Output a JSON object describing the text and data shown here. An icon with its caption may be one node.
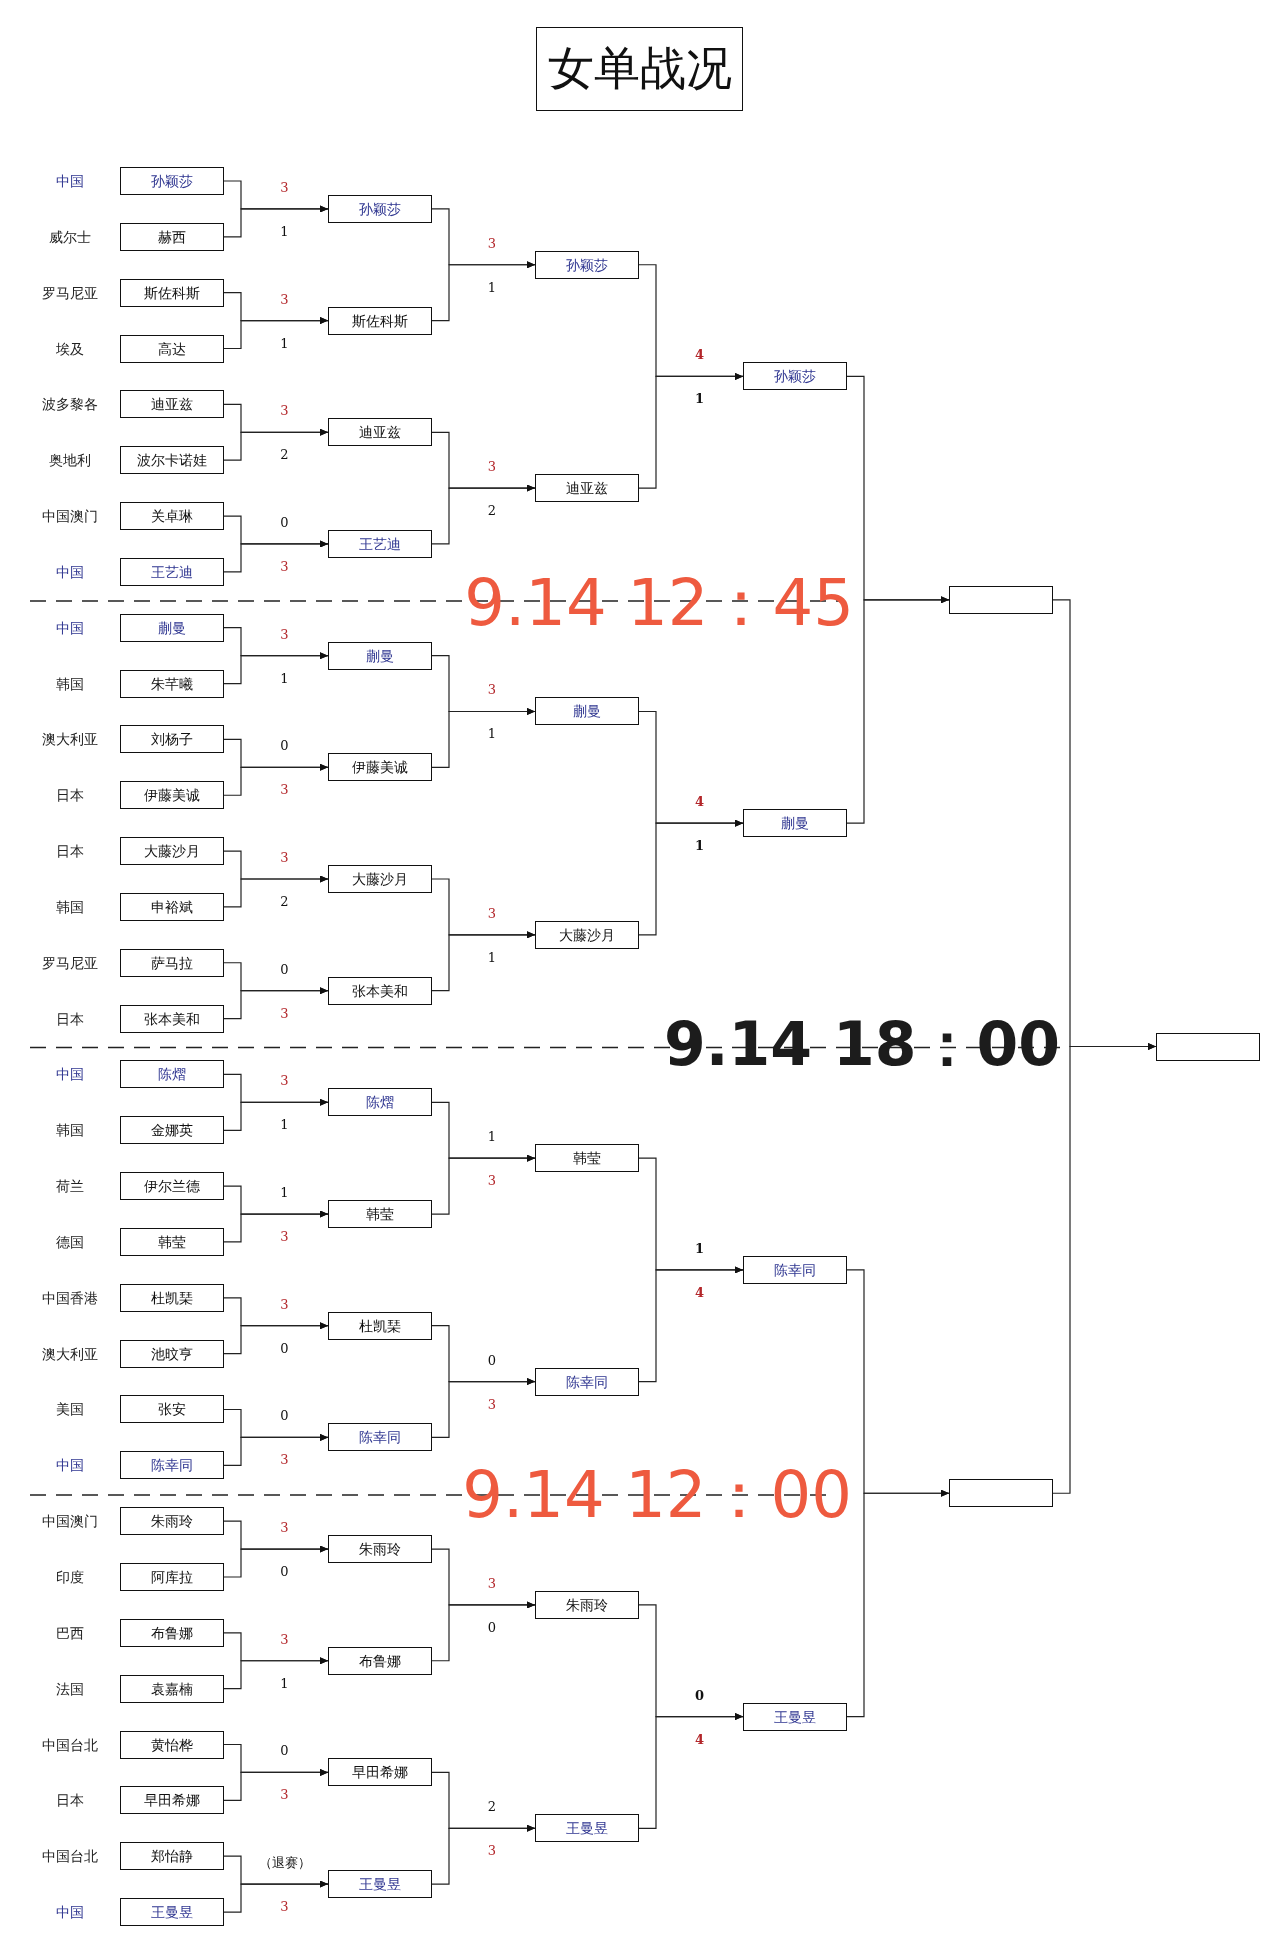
{
  "diagram": {
    "title": "女单战况",
    "nodes": [
      {
        "text": [
          "孙颖莎"
        ],
        "beside": [
          "中国"
        ]
      },
      {
        "text": [
          "赫西"
        ],
        "beside": [
          "威尔士"
        ]
      },
      {
        "text": [
          "斯佐科斯"
        ],
        "beside": [
          "罗马尼亚"
        ]
      },
      {
        "text": [
          "高达"
        ],
        "beside": [
          "埃及"
        ]
      },
      {
        "text": [
          "迪亚兹"
        ],
        "beside": [
          "波多黎各"
        ]
      },
      {
        "text": [
          "波尔卡诺娃"
        ],
        "beside": [
          "奥地利"
        ]
      },
      {
        "text": [
          "关卓琳"
        ],
        "beside": [
          "中国澳门"
        ]
      },
      {
        "text": [
          "王艺迪"
        ],
        "beside": [
          "中国"
        ]
      },
      {
        "text": [
          "蒯曼"
        ],
        "beside": [
          "中国"
        ]
      },
      {
        "text": [
          "朱芊曦"
        ],
        "beside": [
          "韩国"
        ]
      },
      {
        "text": [
          "刘杨子"
        ],
        "beside": [
          "澳大利亚"
        ]
      },
      {
        "text": [
          "伊藤美诚"
        ],
        "beside": [
          "日本"
        ]
      },
      {
        "text": [
          "大藤沙月"
        ],
        "beside": [
          "日本"
        ]
      },
      {
        "text": [
          "申裕斌"
        ],
        "beside": [
          "韩国"
        ]
      },
      {
        "text": [
          "萨马拉"
        ],
        "beside": [
          "罗马尼亚"
        ]
      },
      {
        "text": [
          "张本美和"
        ],
        "beside": [
          "日本"
        ]
      },
      {
        "text": [
          "陈熠"
        ],
        "beside": [
          "中国"
        ]
      },
      {
        "text": [
          "金娜英"
        ],
        "beside": [
          "韩国"
        ]
      },
      {
        "text": [
          "伊尔兰德"
        ],
        "beside": [
          "荷兰"
        ]
      },
      {
        "text": [
          "韩莹"
        ],
        "beside": [
          "德国"
        ]
      },
      {
        "text": [
          "杜凯琹"
        ],
        "beside": [
          "中国香港"
        ]
      },
      {
        "text": [
          "池旼亨"
        ],
        "beside": [
          "澳大利亚"
        ]
      },
      {
        "text": [
          "张安"
        ],
        "beside": [
          "美国"
        ]
      },
      {
        "text": [
          "陈幸同"
        ],
        "beside": [
          "中国"
        ]
      },
      {
        "text": [
          "朱雨玲"
        ],
        "beside": [
          "中国澳门"
        ]
      },
      {
        "text": [
          "阿库拉"
        ],
        "beside": [
          "印度"
        ]
      },
      {
        "text": [
          "布鲁娜"
        ],
        "beside": [
          "巴西"
        ]
      },
      {
        "text": [
          "袁嘉楠"
        ],
        "beside": [
          "法国"
        ]
      },
      {
        "text": [
          "黄怡桦"
        ],
        "beside": [
          "中国台北"
        ]
      },
      {
        "text": [
          "早田希娜"
        ],
        "beside": [
          "日本"
        ]
      },
      {
        "text": [
          "郑怡静"
        ],
        "beside": [
          "中国台北"
        ]
      },
      {
        "text": [
          "王曼昱"
        ],
        "beside": [
          "中国"
        ]
      },
      {
        "text": [
          "孙颖莎"
        ]
      },
      {
        "text": [
          "斯佐科斯"
        ]
      },
      {
        "text": [
          "迪亚兹"
        ]
      },
      {
        "text": [
          "王艺迪"
        ]
      },
      {
        "text": [
          "蒯曼"
        ]
      },
      {
        "text": [
          "伊藤美诚"
        ]
      },
      {
        "text": [
          "大藤沙月"
        ]
      },
      {
        "text": [
          "张本美和"
        ]
      },
      {
        "text": [
          "陈熠"
        ]
      },
      {
        "text": [
          "韩莹"
        ]
      },
      {
        "text": [
          "杜凯琹"
        ]
      },
      {
        "text": [
          "陈幸同"
        ]
      },
      {
        "text": [
          "朱雨玲"
        ]
      },
      {
        "text": [
          "布鲁娜"
        ]
      },
      {
        "text": [
          "早田希娜"
        ]
      },
      {
        "text": [
          "王曼昱"
        ]
      },
      {
        "text": [
          "孙颖莎"
        ]
      },
      {
        "text": [
          "迪亚兹"
        ]
      },
      {
        "text": [
          "蒯曼"
        ]
      },
      {
        "text": [
          "大藤沙月"
        ]
      },
      {
        "text": [
          "韩莹"
        ]
      },
      {
        "text": [
          "陈幸同"
        ]
      },
      {
        "text": [
          "朱雨玲"
        ]
      },
      {
        "text": [
          "王曼昱"
        ]
      },
      {
        "text": [
          "孙颖莎"
        ]
      },
      {
        "text": [
          "蒯曼"
        ]
      },
      {
        "text": [
          "陈幸同"
        ]
      },
      {
        "text": [
          "王曼昱"
        ]
      },
      {
        "text": [],
        "shape": "box"
      },
      {
        "text": [],
        "shape": "box"
      },
      {
        "text": [],
        "shape": "box"
      }
    ],
    "edges": [
      {
        "from": 0,
        "to": 32,
        "arrow": "to",
        "label": "3"
      },
      {
        "from": 1,
        "to": 32,
        "arrow": "to",
        "label": "1"
      },
      {
        "from": 2,
        "to": 33,
        "arrow": "to",
        "label": "3"
      },
      {
        "from": 3,
        "to": 33,
        "arrow": "to",
        "label": "1"
      },
      {
        "from": 4,
        "to": 34,
        "arrow": "to",
        "label": "3"
      },
      {
        "from": 5,
        "to": 34,
        "arrow": "to",
        "label": "2"
      },
      {
        "from": 6,
        "to": 35,
        "arrow": "to",
        "label": "0"
      },
      {
        "from": 7,
        "to": 35,
        "arrow": "to",
        "label": "3"
      },
      {
        "from": 8,
        "to": 36,
        "arrow": "to",
        "label": "3"
      },
      {
        "from": 9,
        "to": 36,
        "arrow": "to",
        "label": "1"
      },
      {
        "from": 10,
        "to": 37,
        "arrow": "to",
        "label": "0"
      },
      {
        "from": 11,
        "to": 37,
        "arrow": "to",
        "label": "3"
      },
      {
        "from": 12,
        "to": 38,
        "arrow": "to",
        "label": "3"
      },
      {
        "from": 13,
        "to": 38,
        "arrow": "to",
        "label": "2"
      },
      {
        "from": 14,
        "to": 39,
        "arrow": "to",
        "label": "0"
      },
      {
        "from": 15,
        "to": 39,
        "arrow": "to",
        "label": "3"
      },
      {
        "from": 16,
        "to": 40,
        "arrow": "to",
        "label": "3"
      },
      {
        "from": 17,
        "to": 40,
        "arrow": "to",
        "label": "1"
      },
      {
        "from": 18,
        "to": 41,
        "arrow": "to",
        "label": "1"
      },
      {
        "from": 19,
        "to": 41,
        "arrow": "to",
        "label": "3"
      },
      {
        "from": 20,
        "to": 42,
        "arrow": "to",
        "label": "3"
      },
      {
        "from": 21,
        "to": 42,
        "arrow": "to",
        "label": "0"
      },
      {
        "from": 22,
        "to": 43,
        "arrow": "to",
        "label": "0"
      },
      {
        "from": 23,
        "to": 43,
        "arrow": "to",
        "label": "3"
      },
      {
        "from": 24,
        "to": 44,
        "arrow": "to",
        "label": "3"
      },
      {
        "from": 25,
        "to": 44,
        "arrow": "to",
        "label": "0"
      },
      {
        "from": 26,
        "to": 45,
        "arrow": "to",
        "label": "3"
      },
      {
        "from": 27,
        "to": 45,
        "arrow": "to",
        "label": "1"
      },
      {
        "from": 28,
        "to": 46,
        "arrow": "to",
        "label": "0"
      },
      {
        "from": 29,
        "to": 46,
        "arrow": "to",
        "label": "3"
      },
      {
        "from": 30,
        "to": 47,
        "arrow": "to",
        "label": "（退赛）"
      },
      {
        "from": 31,
        "to": 47,
        "arrow": "to",
        "label": "3"
      },
      {
        "from": 32,
        "to": 48,
        "arrow": "to",
        "label": "3"
      },
      {
        "from": 33,
        "to": 48,
        "arrow": "to",
        "label": "1"
      },
      {
        "from": 34,
        "to": 49,
        "arrow": "to",
        "label": "3"
      },
      {
        "from": 35,
        "to": 49,
        "arrow": "to",
        "label": "2"
      },
      {
        "from": 36,
        "to": 50,
        "arrow": "to",
        "label": "3"
      },
      {
        "from": 37,
        "to": 50,
        "arrow": "to",
        "label": "1"
      },
      {
        "from": 38,
        "to": 51,
        "arrow": "to",
        "label": "3"
      },
      {
        "from": 39,
        "to": 51,
        "arrow": "to",
        "label": "1"
      },
      {
        "from": 40,
        "to": 52,
        "arrow": "to",
        "label": "1"
      },
      {
        "from": 41,
        "to": 52,
        "arrow": "to",
        "label": "3"
      },
      {
        "from": 42,
        "to": 53,
        "arrow": "to",
        "label": "0"
      },
      {
        "from": 43,
        "to": 53,
        "arrow": "to",
        "label": "3"
      },
      {
        "from": 44,
        "to": 54,
        "arrow": "to",
        "label": "3"
      },
      {
        "from": 45,
        "to": 54,
        "arrow": "to",
        "label": "0"
      },
      {
        "from": 46,
        "to": 55,
        "arrow": "to",
        "label": "2"
      },
      {
        "from": 47,
        "to": 55,
        "arrow": "to",
        "label": "3"
      },
      {
        "from": 48,
        "to": 56,
        "arrow": "to",
        "label": "4"
      },
      {
        "from": 49,
        "to": 56,
        "arrow": "to",
        "label": "1"
      },
      {
        "from": 50,
        "to": 57,
        "arrow": "to",
        "label": "4"
      },
      {
        "from": 51,
        "to": 57,
        "arrow": "to",
        "label": "1"
      },
      {
        "from": 52,
        "to": 58,
        "arrow": "to",
        "label": "1"
      },
      {
        "from": 53,
        "to": 58,
        "arrow": "to",
        "label": "4"
      },
      {
        "from": 54,
        "to": 59,
        "arrow": "to",
        "label": "0"
      },
      {
        "from": 55,
        "to": 59,
        "arrow": "to",
        "label": "4"
      },
      {
        "from": 56,
        "to": 60,
        "arrow": "to"
      },
      {
        "from": 57,
        "to": 60,
        "arrow": "to"
      },
      {
        "from": 58,
        "to": 61,
        "arrow": "to"
      },
      {
        "from": 59,
        "to": 61,
        "arrow": "to"
      },
      {
        "from": 60,
        "to": 62,
        "arrow": "to"
      },
      {
        "from": 61,
        "to": 62,
        "arrow": "to"
      }
    ],
    "labels": [
      "9.14 12：45",
      "9.14 18：00",
      "9.14 12：00"
    ]
  }
}
